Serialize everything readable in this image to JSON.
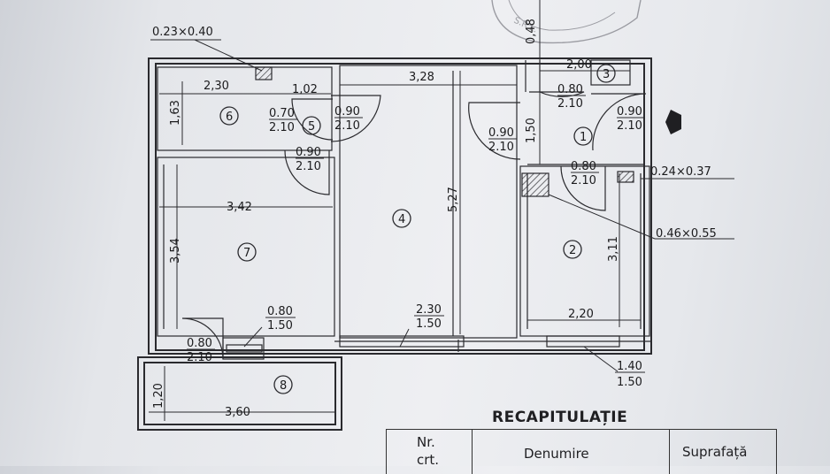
{
  "plan": {
    "labels": {
      "cutout_small": "0.23×0.40",
      "d_2_30_top": "2,30",
      "d_1_02": "1,02",
      "d_3_28": "3,28",
      "d_2_00": "2,00",
      "d_0_48": "0,48",
      "d_1_63": "1,63",
      "d_1_50": "1,50",
      "d_5_27": "5,27",
      "d_3_42": "3,42",
      "d_3_54": "3,54",
      "d_3_11": "3,11",
      "d_2_20": "2,20",
      "d_1_20": "1,20",
      "d_3_60": "3,60",
      "cutout_b": "0.24×0.37",
      "cutout_c": "0.46×0.55"
    },
    "doors": {
      "door_070_a": "0.70",
      "door_070_b": "2.10",
      "door_090a_a": "0.90",
      "door_090a_b": "2.10",
      "door_090b_a": "0.90",
      "door_090b_b": "2.10",
      "door_080a_a": "0.80",
      "door_080a_b": "2.10",
      "door_090c_a": "0.90",
      "door_090c_b": "2.10",
      "door_090d_a": "0.90",
      "door_090d_b": "2.10",
      "door_080b_a": "0.80",
      "door_080b_b": "2.10",
      "door_080c_a": "0.80",
      "door_080c_b": "2.10"
    },
    "windows": {
      "win_080_a": "0.80",
      "win_080_b": "1.50",
      "win_230_a": "2.30",
      "win_230_b": "1.50",
      "win_140_a": "1.40",
      "win_140_b": "1.50"
    },
    "rooms": [
      "1",
      "2",
      "3",
      "4",
      "5",
      "6",
      "7",
      "8"
    ]
  },
  "recap": {
    "title": "RECAPITULAȚIE",
    "col_nr": "Nr.",
    "col_nr_2": "crt.",
    "col_name": "Denumire",
    "col_area": "Suprafață"
  }
}
